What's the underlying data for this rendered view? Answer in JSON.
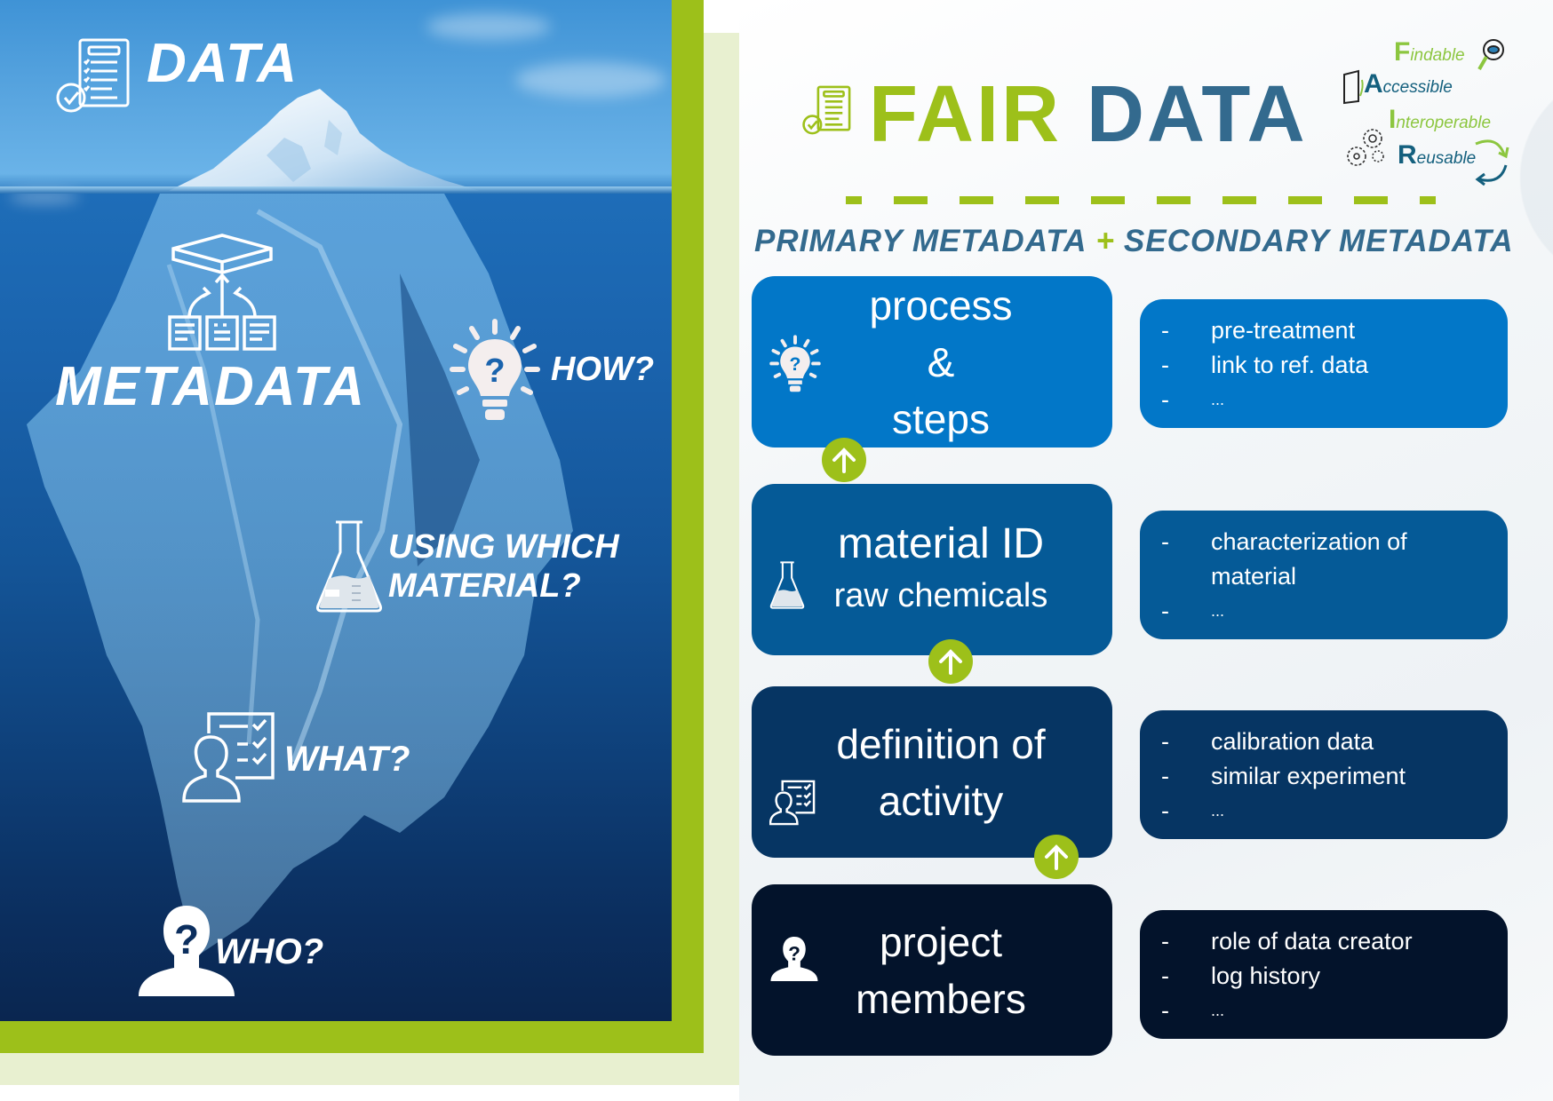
{
  "left_panel": {
    "top_label": "DATA",
    "main_label": "METADATA",
    "questions": {
      "how": "HOW?",
      "material_line1": "USING WHICH",
      "material_line2": "MATERIAL?",
      "what": "WHAT?",
      "who": "WHO?"
    },
    "icons": [
      "checklist-document-icon",
      "data-aggregation-icon",
      "lightbulb-question-icon",
      "flask-icon",
      "person-checklist-icon",
      "person-question-icon"
    ]
  },
  "right_panel": {
    "title_part1": "FAIR",
    "title_part2": "DATA",
    "fair_logo": {
      "findable": {
        "initial": "F",
        "rest": "indable"
      },
      "accessible": {
        "initial": "A",
        "rest": "ccessible"
      },
      "interoperable": {
        "initial": "I",
        "rest": "nteroperable"
      },
      "reusable": {
        "initial": "R",
        "rest": "eusable"
      }
    },
    "subtitle_left": "PRIMARY METADATA",
    "subtitle_plus": "+",
    "subtitle_right": "SECONDARY METADATA",
    "primary_cards": [
      {
        "lines": [
          "process",
          "&",
          "steps"
        ],
        "icon": "lightbulb-question-icon"
      },
      {
        "lines": [
          "material  ID",
          "raw  chemicals"
        ],
        "icon": "flask-icon"
      },
      {
        "lines": [
          "definition  of",
          "activity"
        ],
        "icon": "person-checklist-icon"
      },
      {
        "lines": [
          "project",
          "members"
        ],
        "icon": "person-question-icon"
      }
    ],
    "secondary_cards": [
      {
        "items": [
          "pre-treatment",
          "link  to  ref.  data",
          "..."
        ]
      },
      {
        "items": [
          "characterization  of",
          "material",
          "..."
        ]
      },
      {
        "items": [
          "calibration  data",
          "similar  experiment",
          "..."
        ]
      },
      {
        "items": [
          "role  of  data  creator",
          "log  history",
          "..."
        ]
      }
    ],
    "bullet": "-"
  },
  "colors": {
    "green": "#9dc01a",
    "light_green": "#e8f0d0",
    "title_blue": "#336a8e",
    "card1": "#0277c8",
    "card2": "#055a97",
    "card3": "#063563",
    "card4": "#03132b"
  }
}
